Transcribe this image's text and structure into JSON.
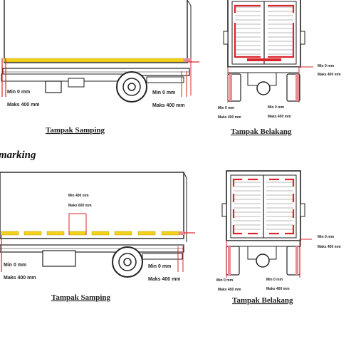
{
  "section_heading": "marking",
  "top": {
    "side": {
      "caption": "Tampak Samping",
      "min_left": "Min 0 mm",
      "max_left": "Maks 400 mm",
      "min_right": "Min 0 mm",
      "max_right": "Maks 400 mm"
    },
    "rear": {
      "caption": "Tampak Belakang",
      "min_right": "Min 0 mm",
      "max_right": "Maks 400 mm",
      "min_bl": "Min 0 mm",
      "max_bl": "Maks 400 mm",
      "min_br": "Min 0 mm",
      "max_br": "Maks 400 mm"
    }
  },
  "bottom": {
    "side": {
      "caption": "Tampak Samping",
      "spacing_min": "Min 400 mm",
      "spacing_max": "Maks 600 mm",
      "min_left": "Min 0 mm",
      "max_left": "Maks 400 mm",
      "min_right": "Min 0 mm",
      "max_right": "Maks 400 mm"
    },
    "rear": {
      "caption": "Tampak Belakang",
      "min_right": "Min 0 mm",
      "max_right": "Maks 400 mm",
      "min_bl": "Min 0 mm",
      "max_bl": "Maks 400 mm",
      "min_br": "Min 0 mm",
      "max_br": "Maks 400 mm"
    }
  },
  "colors": {
    "line": "#222222",
    "red": "#d9262c",
    "yellow": "#f2d21a",
    "pink": "#e98c96"
  }
}
